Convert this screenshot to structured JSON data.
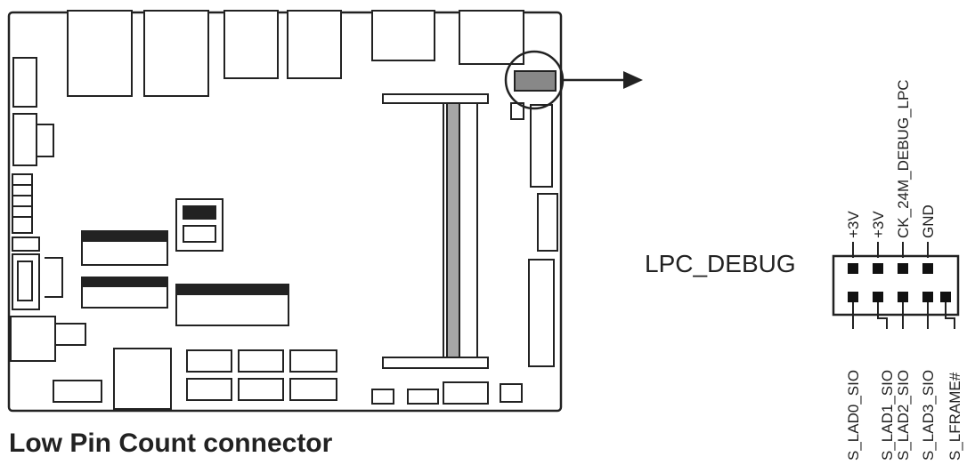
{
  "caption": "Low Pin Count connector",
  "header_name": "LPC_DEBUG",
  "top_pins": [
    "+3V",
    "+3V",
    "CK_24M_DEBUG_LPC",
    "GND"
  ],
  "bottom_pins": [
    "S_LAD0_SIO",
    "S_LAD1_SIO",
    "S_LAD2_SIO",
    "S_LAD3_SIO",
    "S_LFRAME#"
  ],
  "colors": {
    "stroke": "#222222",
    "board_fill": "#ffffff",
    "slot_fill": "#a6a6a6",
    "pin": "#111111"
  }
}
